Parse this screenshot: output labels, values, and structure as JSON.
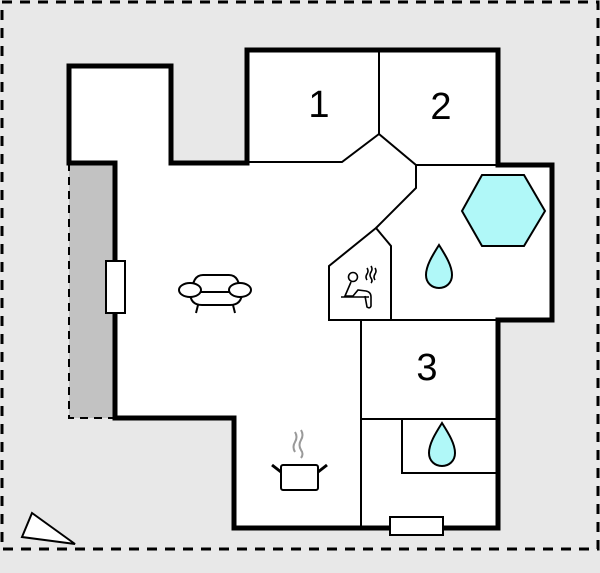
{
  "floorplan": {
    "colors": {
      "background": "#e8e8e8",
      "interior": "#ffffff",
      "terrace": "#c2c2c2",
      "water": "#b0f8f8",
      "wall": "#000000",
      "steam": "#999999"
    },
    "rooms": [
      {
        "id": "bedroom-1",
        "label": "1"
      },
      {
        "id": "bedroom-2",
        "label": "2"
      },
      {
        "id": "bedroom-3",
        "label": "3"
      }
    ],
    "icons": [
      {
        "name": "sofa-icon",
        "meaning": "living room"
      },
      {
        "name": "sauna-icon",
        "meaning": "sauna"
      },
      {
        "name": "pool-hexagon-icon",
        "meaning": "whirlpool / pool"
      },
      {
        "name": "water-drop-icon",
        "meaning": "bathroom"
      },
      {
        "name": "cooking-pot-icon",
        "meaning": "kitchen"
      },
      {
        "name": "north-arrow-icon",
        "meaning": "orientation"
      }
    ]
  }
}
